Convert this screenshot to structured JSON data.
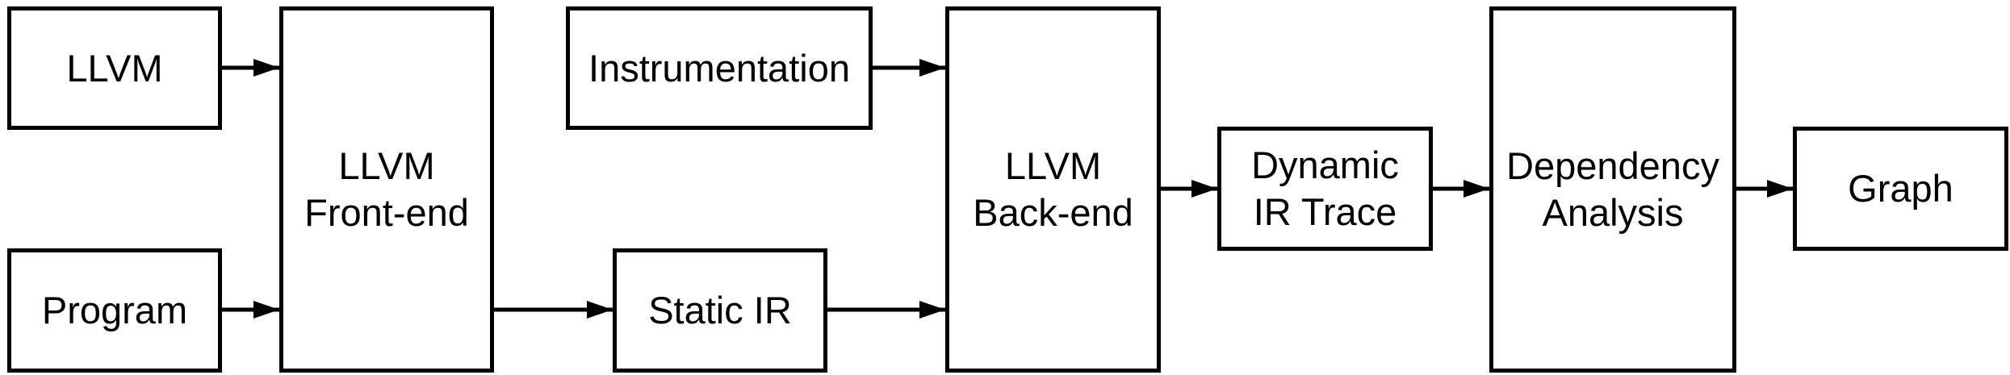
{
  "diagram": {
    "nodes": {
      "llvm": {
        "label": "LLVM"
      },
      "program": {
        "label": "Program"
      },
      "frontend": {
        "label": "LLVM\nFront-end"
      },
      "instrumentation": {
        "label": "Instrumentation"
      },
      "static_ir": {
        "label": "Static IR"
      },
      "backend": {
        "label": "LLVM\nBack-end"
      },
      "dynamic_trace": {
        "label": "Dynamic\nIR Trace"
      },
      "dependency": {
        "label": "Dependency\nAnalysis"
      },
      "graph": {
        "label": "Graph"
      }
    },
    "edges": [
      {
        "from": "LLVM",
        "to": "LLVM Front-end"
      },
      {
        "from": "Program",
        "to": "LLVM Front-end"
      },
      {
        "from": "LLVM Front-end",
        "to": "Static IR"
      },
      {
        "from": "Instrumentation",
        "to": "LLVM Back-end"
      },
      {
        "from": "Static IR",
        "to": "LLVM Back-end"
      },
      {
        "from": "LLVM Back-end",
        "to": "Dynamic IR Trace"
      },
      {
        "from": "Dynamic IR Trace",
        "to": "Dependency Analysis"
      },
      {
        "from": "Dependency Analysis",
        "to": "Graph"
      }
    ],
    "colors": {
      "stroke": "#000000",
      "fill": "#ffffff",
      "text": "#000000"
    }
  }
}
